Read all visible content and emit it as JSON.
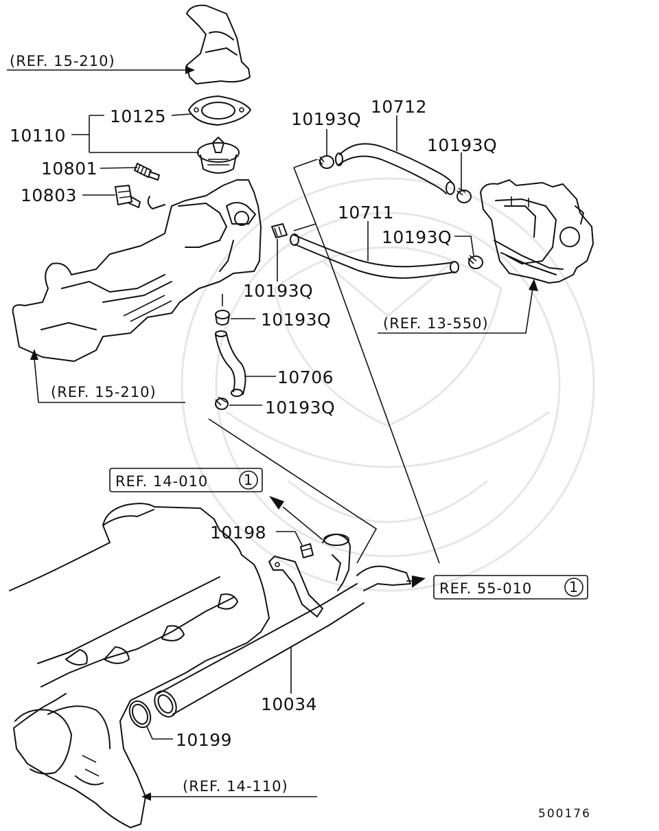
{
  "diagram": {
    "catalog_code": "500176",
    "part_labels": {
      "p10110": "10110",
      "p10125": "10125",
      "p10801": "10801",
      "p10803": "10803",
      "p10193q_a": "10193Q",
      "p10712": "10712",
      "p10193q_b": "10193Q",
      "p10711": "10711",
      "p10193q_c": "10193Q",
      "p10193q_d": "10193Q",
      "p10193q_e": "10193Q",
      "p10706": "10706",
      "p10193q_f": "10193Q",
      "p10198": "10198",
      "p10034": "10034",
      "p10199": "10199"
    },
    "references": {
      "ref_top": "(REF. 15-210)",
      "ref_left": "(REF. 15-210)",
      "ref_right": "(REF. 13-550)",
      "ref_mid_box": "REF. 14-010",
      "ref_mid_box_num": "1",
      "ref_right_box": "REF. 55-010",
      "ref_right_box_num": "1",
      "ref_bottom": "(REF. 14-110)"
    }
  }
}
